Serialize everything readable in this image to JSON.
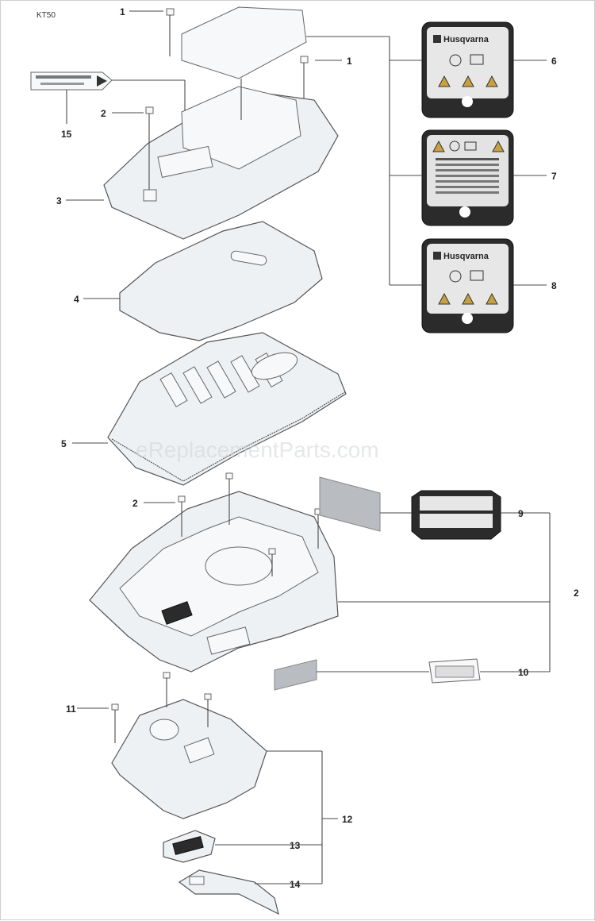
{
  "diagram": {
    "model_code": "KT50",
    "watermark": "eReplacementParts.com",
    "decal_brand": "Husqvarna",
    "callouts": [
      {
        "id": "callout-1a",
        "text": "1"
      },
      {
        "id": "callout-1b",
        "text": "1"
      },
      {
        "id": "callout-2a",
        "text": "2"
      },
      {
        "id": "callout-2b",
        "text": "2"
      },
      {
        "id": "callout-2c",
        "text": "2"
      },
      {
        "id": "callout-3",
        "text": "3"
      },
      {
        "id": "callout-4",
        "text": "4"
      },
      {
        "id": "callout-5",
        "text": "5"
      },
      {
        "id": "callout-6",
        "text": "6"
      },
      {
        "id": "callout-7",
        "text": "7"
      },
      {
        "id": "callout-8",
        "text": "8"
      },
      {
        "id": "callout-9",
        "text": "9"
      },
      {
        "id": "callout-10",
        "text": "10"
      },
      {
        "id": "callout-11",
        "text": "11"
      },
      {
        "id": "callout-12",
        "text": "12"
      },
      {
        "id": "callout-13",
        "text": "13"
      },
      {
        "id": "callout-14",
        "text": "14"
      },
      {
        "id": "callout-15",
        "text": "15"
      }
    ]
  }
}
